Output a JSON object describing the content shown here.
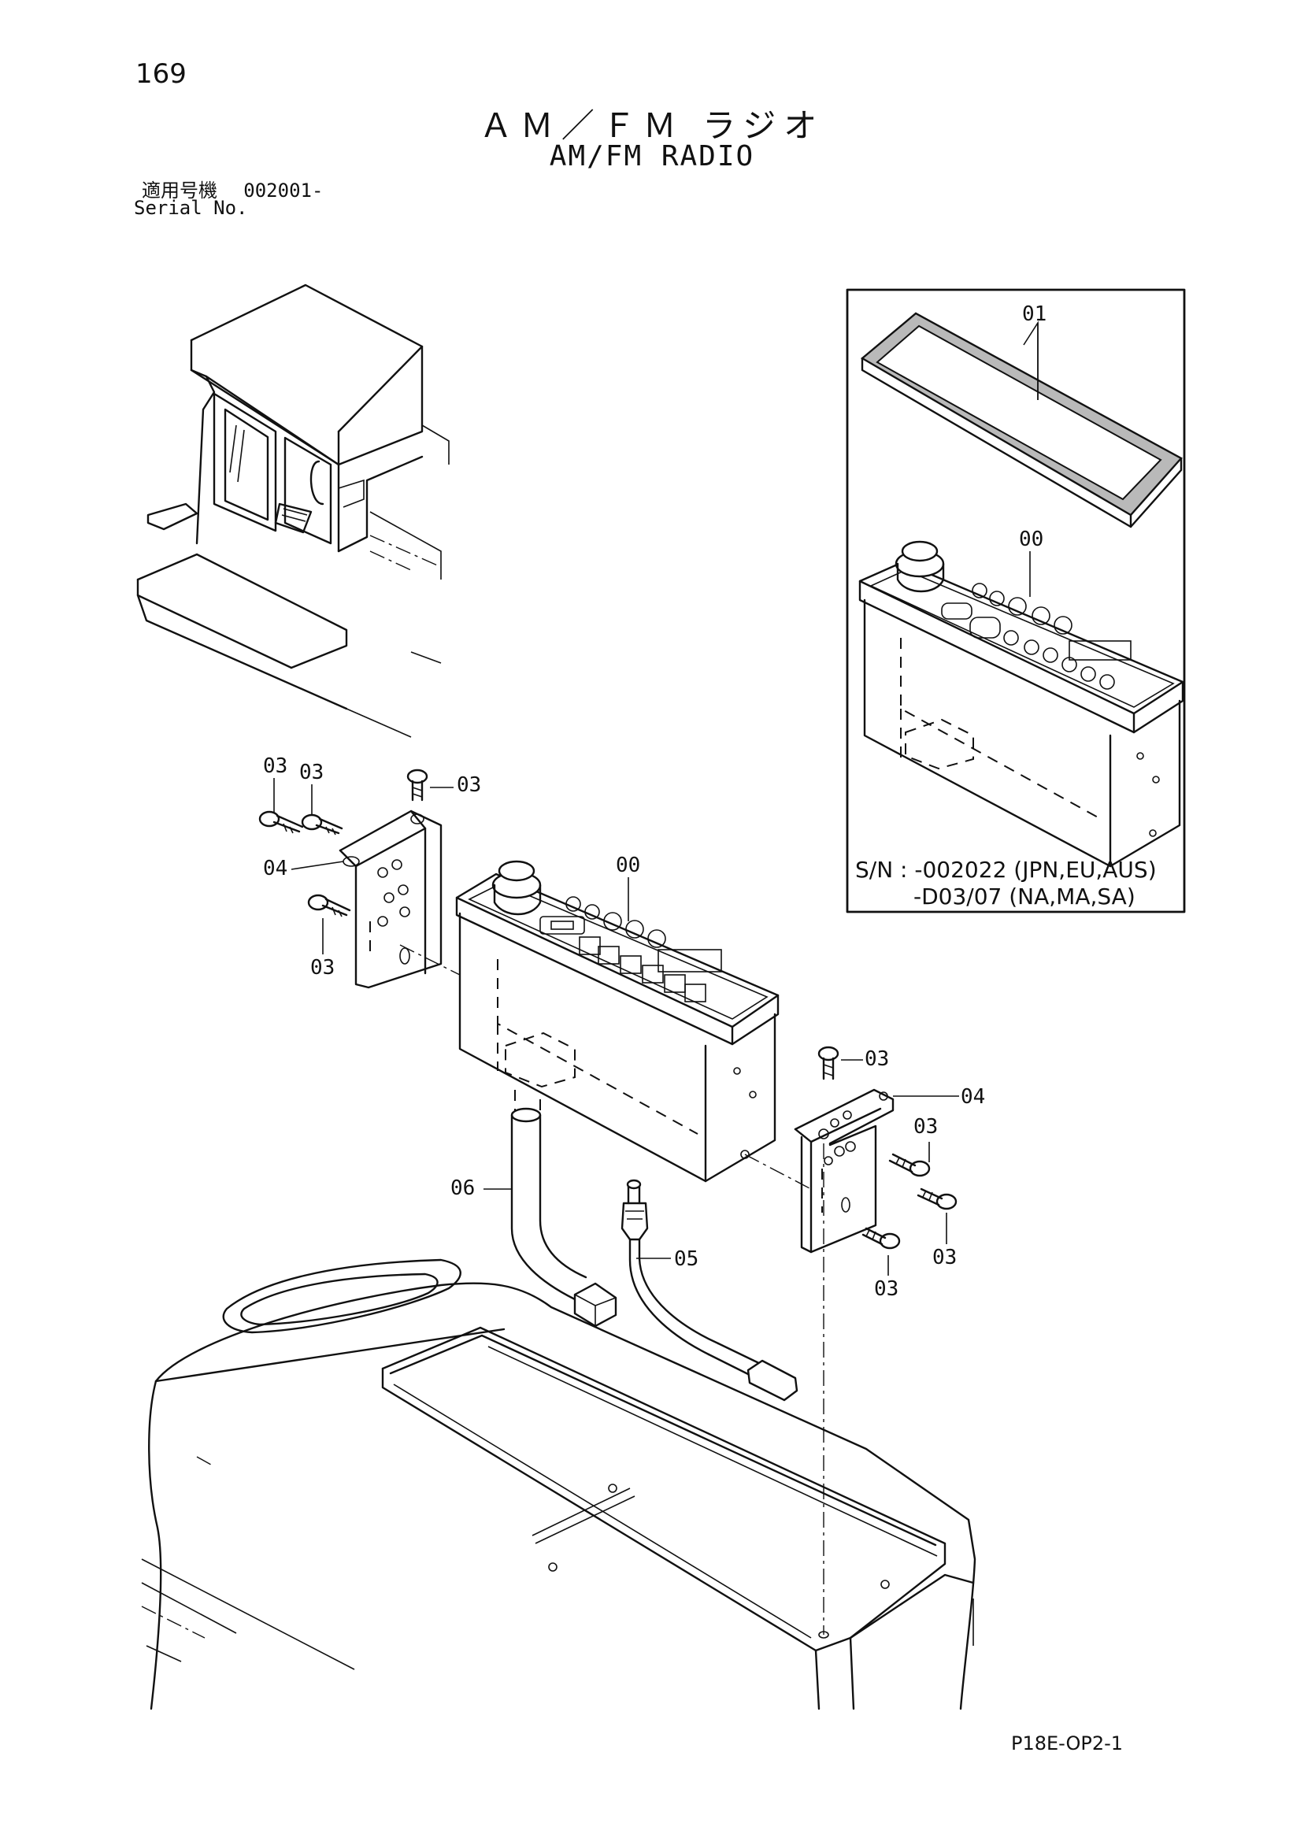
{
  "page_number": "169",
  "title_jp": "ＡＭ／ＦＭ ラジオ",
  "title_en": "AM/FM RADIO",
  "serial": {
    "label_jp": "適用号機",
    "value": "002001-",
    "label_en": "Serial No."
  },
  "inset": {
    "sn_line1": "S/N : -002022 (JPN,EU,AUS)",
    "sn_line2": "-D03/07 (NA,MA,SA)",
    "callouts": {
      "c01": "01",
      "c00": "00"
    }
  },
  "callouts": {
    "left_bracket_03a": "03",
    "left_bracket_03b": "03",
    "left_bracket_03c": "03",
    "left_bracket_03d": "03",
    "left_bracket_04": "04",
    "radio_00": "00",
    "right_bracket_03a": "03",
    "right_bracket_04": "04",
    "right_bracket_03b": "03",
    "right_bracket_03c": "03",
    "right_bracket_03d": "03",
    "harness_06": "06",
    "antenna_05": "05"
  },
  "footer_code": "P18E-OP2-1"
}
